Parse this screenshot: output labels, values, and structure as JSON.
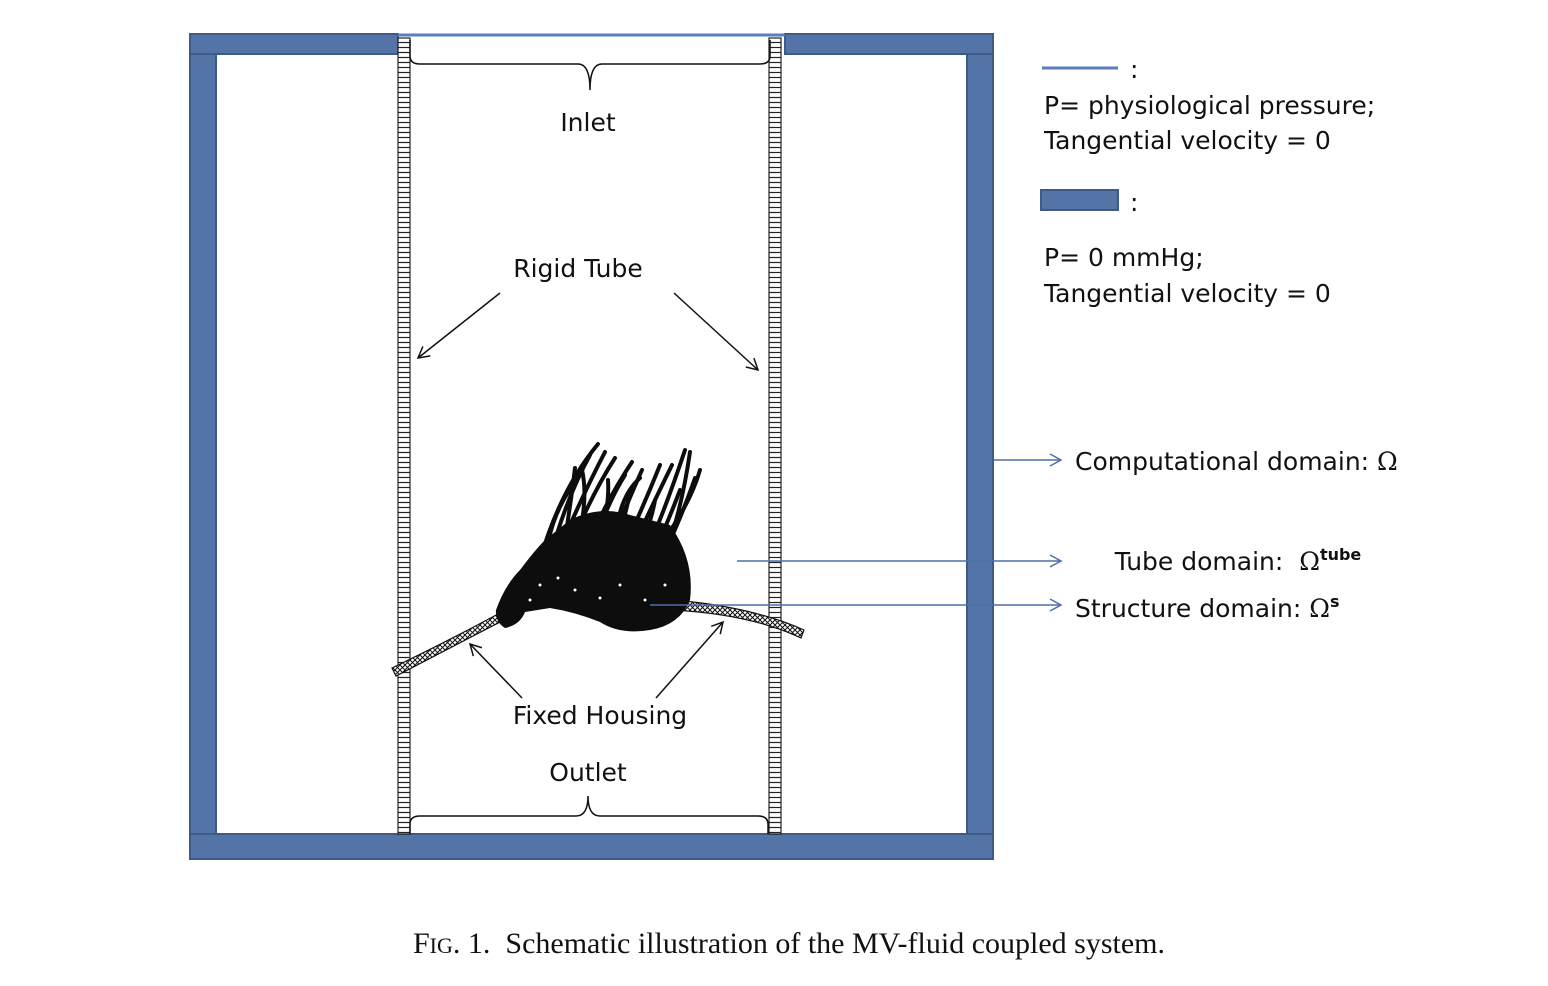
{
  "labels": {
    "inlet": "Inlet",
    "outlet": "Outlet",
    "rigid_tube": "Rigid Tube",
    "fixed_housing": "Fixed Housing"
  },
  "legend": {
    "line_colon": ":",
    "line_text_1": "P= physiological pressure;",
    "line_text_2": "Tangential velocity = 0",
    "bar_colon": ":",
    "bar_text_1": "P= 0 mmHg;",
    "bar_text_2": "Tangential velocity = 0"
  },
  "domains": {
    "computational": "Computational domain: ",
    "computational_symbol": "Ω",
    "tube": "Tube domain:  ",
    "tube_symbol": "Ω",
    "tube_sup": "tube",
    "structure": "Structure domain: ",
    "structure_symbol": "Ω",
    "structure_sup": "s"
  },
  "caption": {
    "prefix": "F",
    "prefix_smallcaps": "IG",
    "number": ". 1.",
    "text": "  Schematic illustration of the MV-fluid coupled system."
  },
  "colors": {
    "wall_fill": "#5474a8",
    "wall_stroke": "#3d5a8a",
    "inlet_line": "#5b7cc0",
    "arrow_blue": "#4f6fa8",
    "ink": "#111111"
  }
}
